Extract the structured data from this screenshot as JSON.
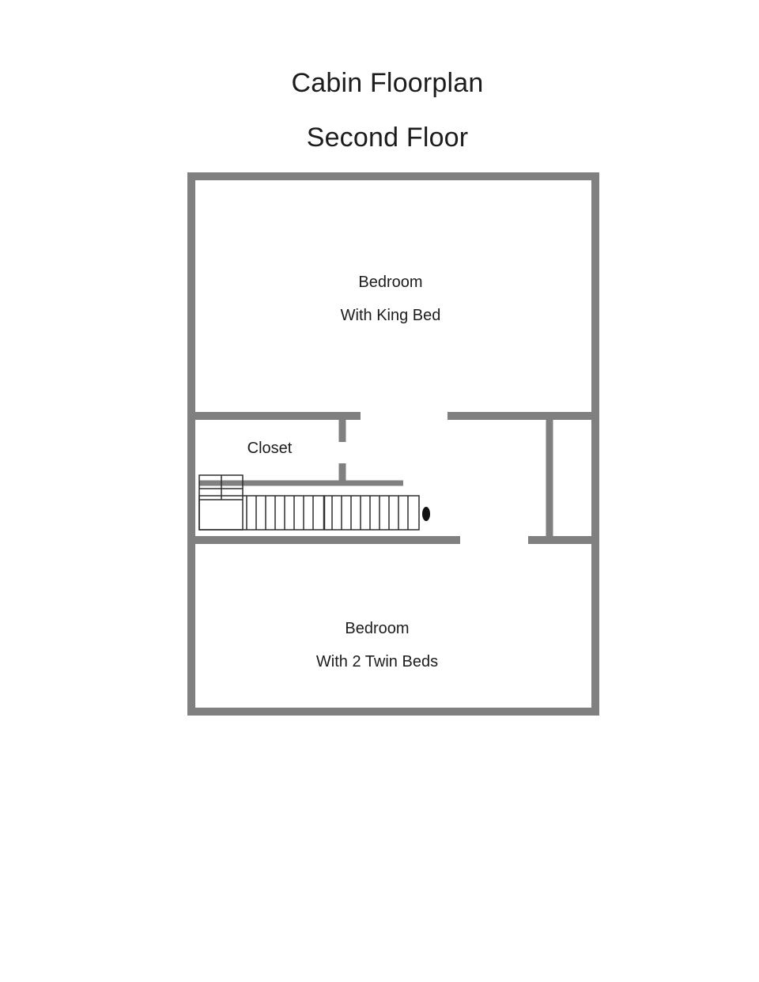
{
  "title": "Cabin Floorplan",
  "subtitle": "Second Floor",
  "rooms": {
    "king_bedroom": {
      "line1": "Bedroom",
      "line2": "With King Bed"
    },
    "closet": {
      "label": "Closet"
    },
    "twin_bedroom": {
      "line1": "Bedroom",
      "line2": "With 2 Twin Beds"
    }
  },
  "colors": {
    "wall": "#808080",
    "stair_line": "#2e2e2e",
    "text": "#1c1c1c",
    "marker": "#111111"
  }
}
